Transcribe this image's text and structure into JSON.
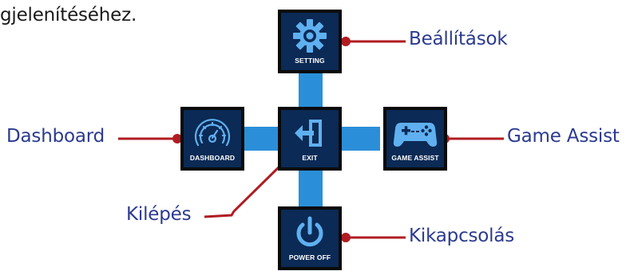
{
  "intro_text": "gjelenítéséhez.",
  "colors": {
    "connector": "#2a8fd8",
    "tile_bg": "#0b2a55",
    "tile_border": "#0a0a0a",
    "callout": "#b01c22",
    "label_text": "#2b3a8f",
    "icon": "#5fb0f0"
  },
  "tiles": {
    "setting": {
      "caption": "SETTING",
      "icon": "gear-icon"
    },
    "dashboard": {
      "caption": "DASHBOARD",
      "icon": "speedometer-icon"
    },
    "exit": {
      "caption": "EXIT",
      "icon": "exit-icon"
    },
    "game_assist": {
      "caption": "GAME ASSIST",
      "icon": "gamepad-icon"
    },
    "power_off": {
      "caption": "POWER OFF",
      "icon": "power-icon"
    }
  },
  "labels": {
    "setting": "Beállítások",
    "dashboard": "Dashboard",
    "exit": "Kilépés",
    "game_assist": "Game Assist",
    "power_off": "Kikapcsolás"
  }
}
